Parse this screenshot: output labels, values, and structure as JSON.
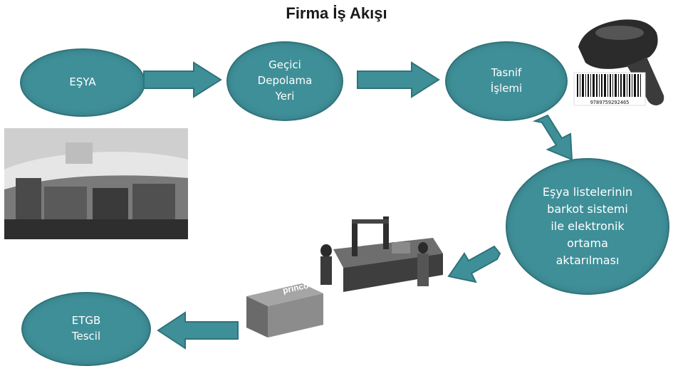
{
  "title": "Firma İş Akışı",
  "nodes": {
    "esya": "EŞYA",
    "gecici": "Geçici\nDepolama\nYeri",
    "tasnif": "Tasnif\nİşlemi",
    "liste": "Eşya listelerinin\nbarkot sistemi\nile elektronik\nortama\naktarılması",
    "etgb": "ETGB\nTescil"
  },
  "barcode_digits": "9789759292465",
  "box_brand": "princo",
  "colors": {
    "node_fill": "#3f8f98",
    "node_border": "#2f737b",
    "arrow": "#3f8f98"
  }
}
